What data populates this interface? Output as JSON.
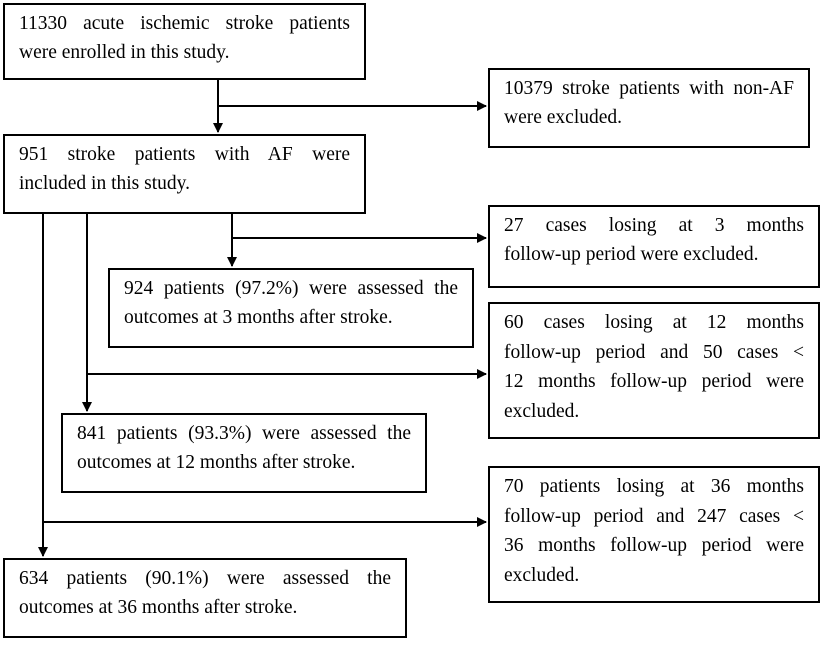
{
  "nodes": {
    "enrolled": {
      "lines": [
        "11330 acute ischemic stroke patients",
        "were enrolled in this study."
      ]
    },
    "excluded_non_af": {
      "lines": [
        "10379 stroke patients with non-AF",
        "were excluded."
      ]
    },
    "included_af": {
      "lines": [
        "951 stroke patients with AF were",
        "included in this study."
      ]
    },
    "lost_3m": {
      "lines": [
        "27 cases losing at 3 months",
        "follow-up period were excluded."
      ]
    },
    "assessed_3m": {
      "lines": [
        "924 patients (97.2%) were assessed the",
        "outcomes at 3 months after stroke."
      ]
    },
    "lost_12m": {
      "lines": [
        "60 cases losing at 12 months",
        "follow-up period and 50 cases <",
        "12 months follow-up period were",
        "excluded."
      ]
    },
    "assessed_12m": {
      "lines": [
        "841 patients (93.3%) were assessed the",
        "outcomes at 12 months after stroke."
      ]
    },
    "lost_36m": {
      "lines": [
        "70 patients losing at 36 months",
        "follow-up period and 247 cases <",
        "36 months follow-up period were",
        "excluded."
      ]
    },
    "assessed_36m": {
      "lines": [
        "634 patients (90.1%) were assessed the",
        "outcomes at 36 months after stroke."
      ]
    }
  }
}
